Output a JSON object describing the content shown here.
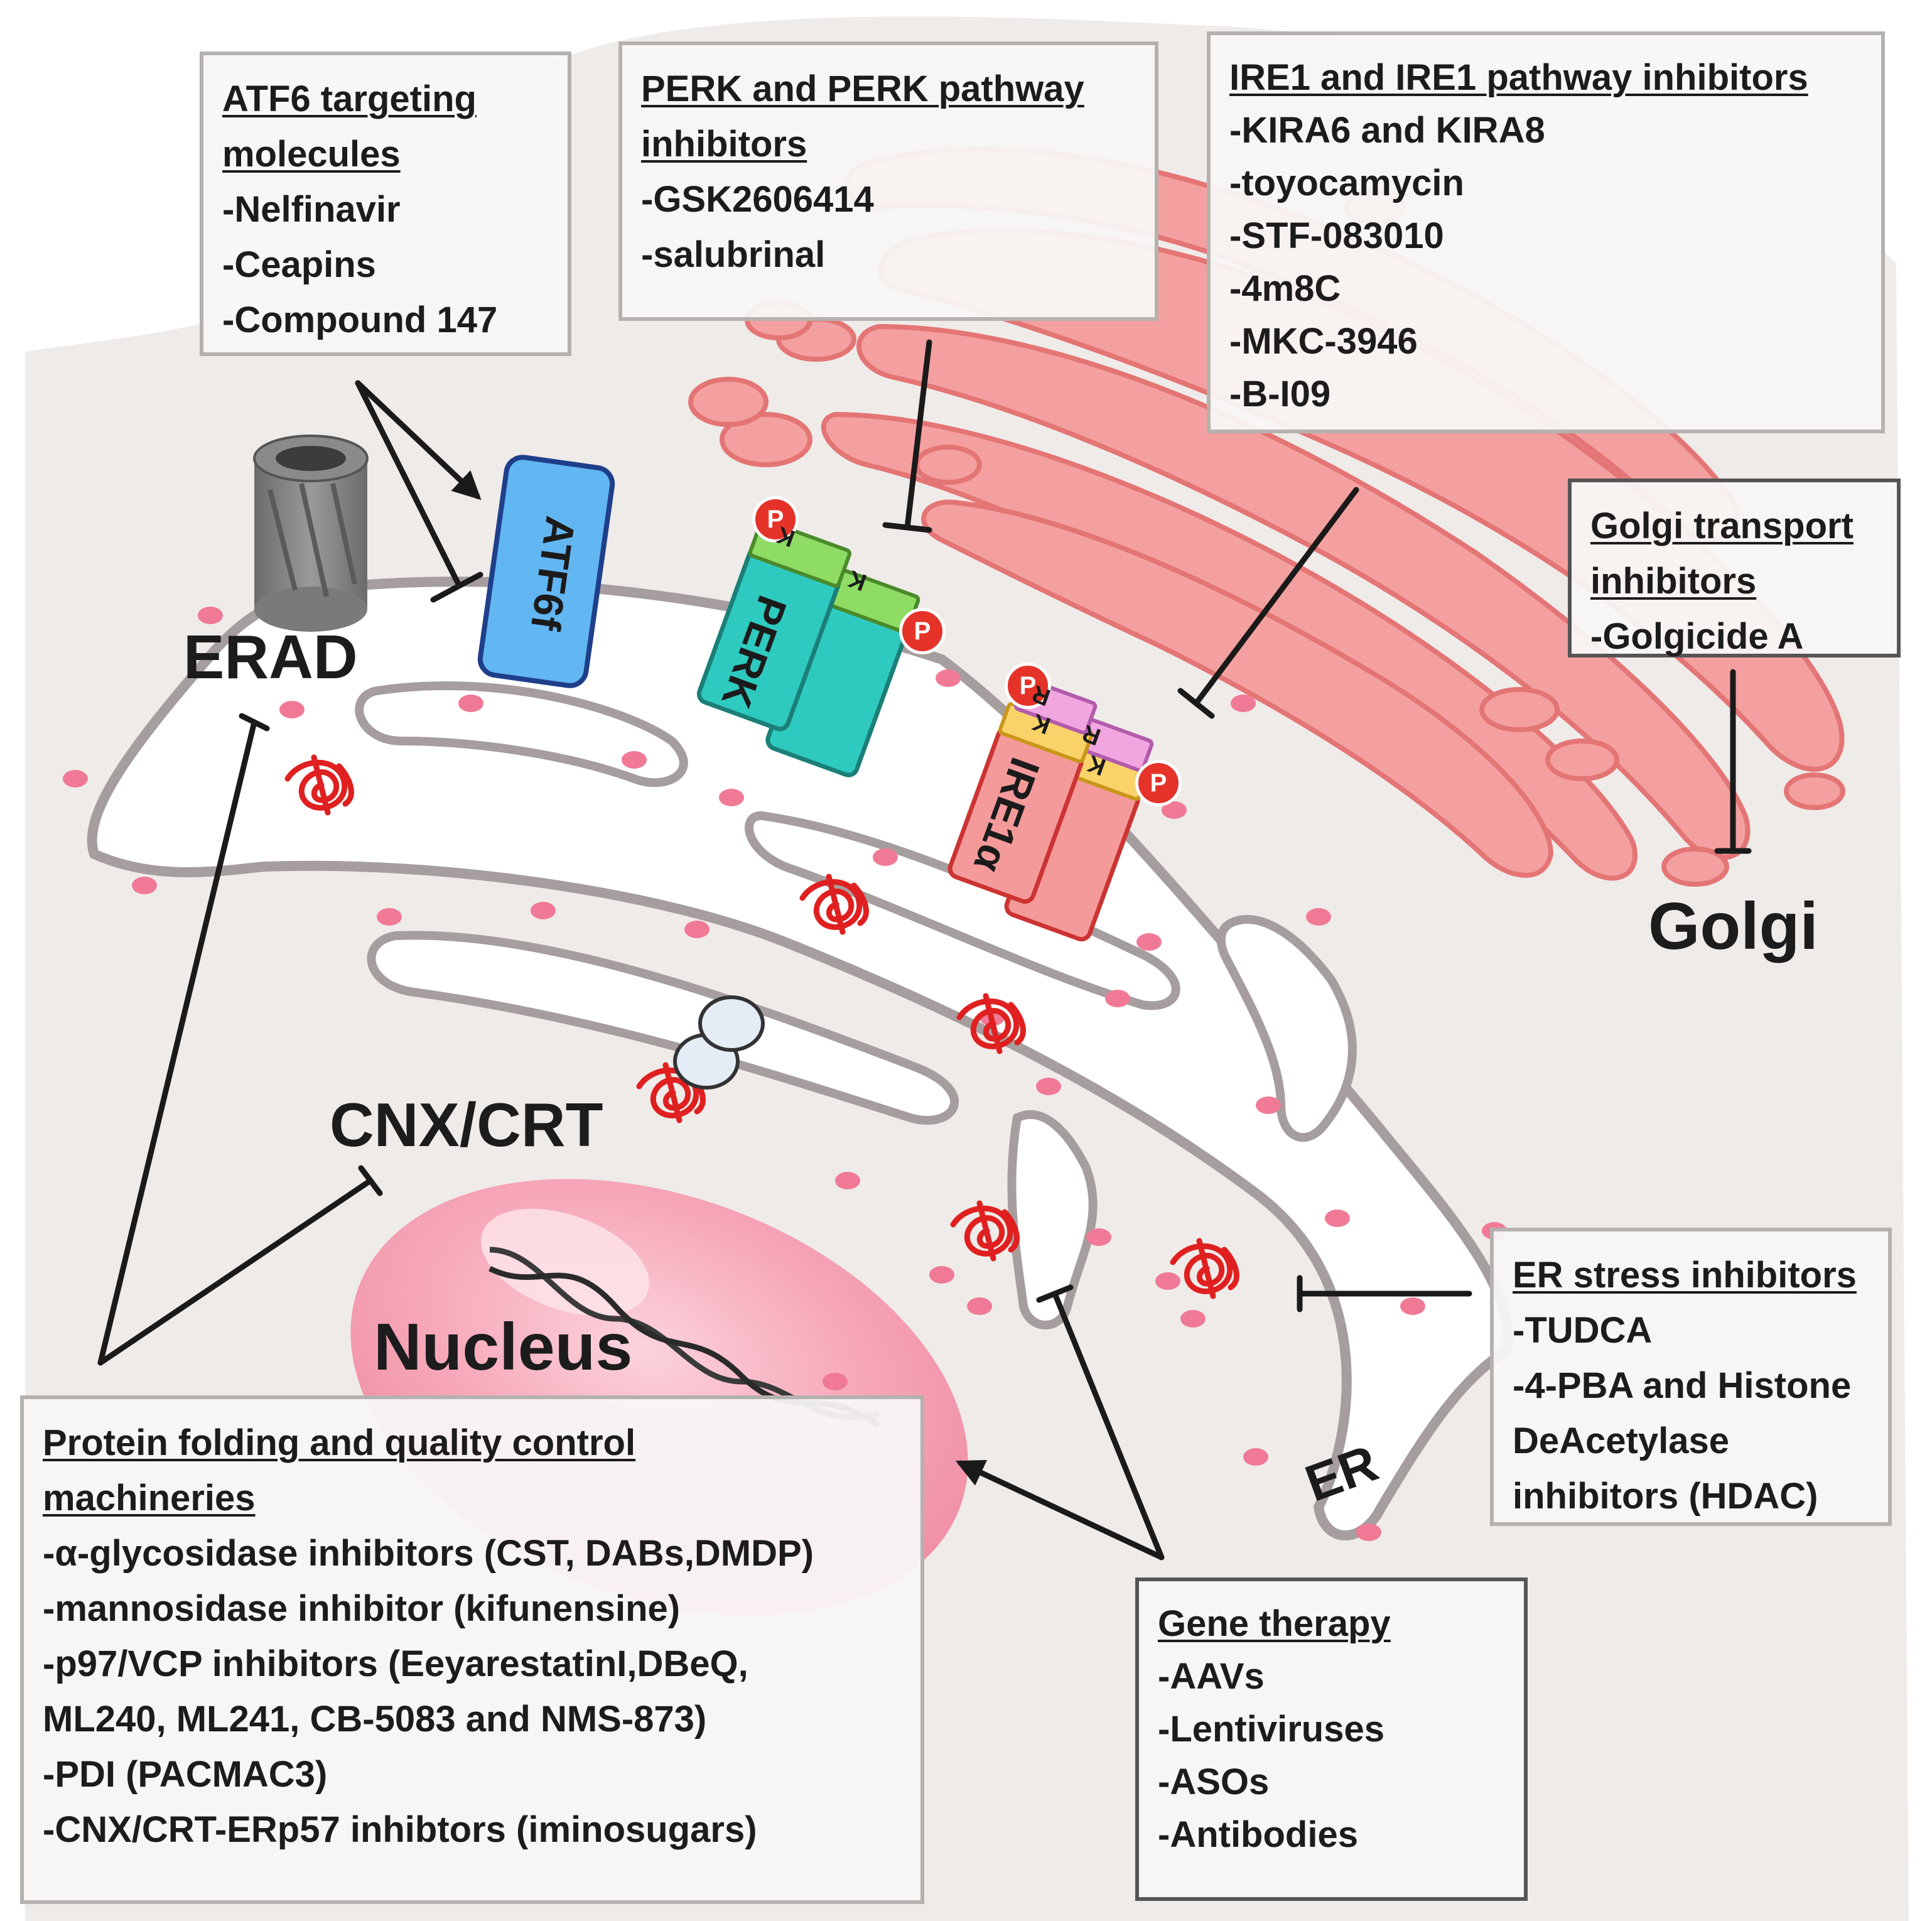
{
  "colors": {
    "cell": "#efebe9",
    "er_membrane": "#a69e9e",
    "ribosome": "#f07a96",
    "golgi": "#f4a0a0",
    "nucleus": "#f7a9bb",
    "misfolded_protein": "#e02020",
    "atf6": "#62b6f2",
    "perk": "#2ec9bf",
    "ire1": "#f59a9a",
    "kinase_green": "#8edc63",
    "kinase_yellow": "#f9d36a",
    "rnase_pink": "#f2a6df",
    "phospho": "#e5332a"
  },
  "icons": [
    "erad-channel-icon",
    "misfolded-protein-icon",
    "chaperone-icon",
    "dna-icon",
    "ribosome-icon",
    "phosphate-icon"
  ],
  "labels": {
    "erad": "ERAD",
    "cnx_crt": "CNX/CRT",
    "nucleus": "Nucleus",
    "golgi": "Golgi",
    "er": "ER",
    "atf6": "ATF6f",
    "perk": "PERK",
    "ire1": "IRE1α",
    "kinase_k": "K",
    "rnase_r": "R",
    "phospho_p": "P"
  },
  "boxes": {
    "atf6": {
      "title_lines": [
        "ATF6 targeting",
        "molecules"
      ],
      "items": [
        "-Nelfinavir",
        "-Ceapins",
        "-Compound 147"
      ]
    },
    "perk": {
      "title_lines": [
        "PERK and PERK pathway",
        "inhibitors"
      ],
      "items": [
        "-GSK2606414",
        "-salubrinal"
      ]
    },
    "ire1": {
      "title_lines": [
        "IRE1 and IRE1 pathway inhibitors"
      ],
      "items": [
        "-KIRA6 and KIRA8",
        "-toyocamycin",
        "-STF-083010",
        "-4m8C",
        "-MKC-3946",
        "-B-I09"
      ]
    },
    "golgi_transport": {
      "title_lines": [
        "Golgi transport",
        "inhibitors"
      ],
      "items": [
        "-Golgicide A"
      ]
    },
    "er_stress": {
      "title_lines": [
        "ER stress inhibitors"
      ],
      "items": [
        "-TUDCA",
        "-4-PBA and Histone",
        "DeAcetylase",
        "inhibitors (HDAC)"
      ]
    },
    "gene_therapy": {
      "title_lines": [
        "Gene therapy"
      ],
      "items": [
        "-AAVs",
        "-Lentiviruses",
        "-ASOs",
        "-Antibodies"
      ]
    },
    "protein_folding": {
      "title_lines": [
        "Protein folding and quality control",
        "machineries"
      ],
      "items": [
        "-α-glycosidase inhibitors (CST, DABs,DMDP)",
        "-mannosidase inhibitor (kifunensine)",
        "-p97/VCP inhibitors (EeyarestatinI,DBeQ,",
        "ML240, ML241, CB-5083 and NMS-873)",
        "-PDI (PACMAC3)",
        "-CNX/CRT-ERp57 inhibtors (iminosugars)"
      ]
    }
  }
}
